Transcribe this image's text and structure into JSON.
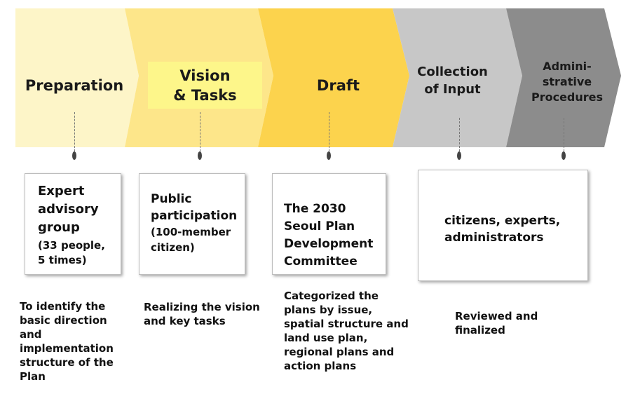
{
  "stages": [
    {
      "label": "Preparation",
      "color": "#fdf5c8"
    },
    {
      "label": "Vision\n& Tasks",
      "color": "#fde68a",
      "highlight": "#fdf68a"
    },
    {
      "label": "Draft",
      "color": "#fcd34d"
    },
    {
      "label": "Collection\nof Input",
      "color": "#c7c7c7"
    },
    {
      "label": "Admini-\nstrative\nProcedures",
      "color": "#8c8c8c"
    }
  ],
  "boxes": [
    {
      "title": "Expert\nadvisory\ngroup",
      "detail": "(33 people,\n5 times)"
    },
    {
      "title": "Public\nparticipation",
      "detail": "(100-member\ncitizen)"
    },
    {
      "title": "The 2030\nSeoul Plan\nDevelopment\nCommittee",
      "detail": ""
    },
    {
      "title": "citizens, experts,\nadministrators",
      "detail": ""
    }
  ],
  "notes": [
    "To identify the\nbasic direction\nand\nimplementation\nstructure of the\nPlan",
    "Realizing the vision\nand key tasks",
    "Categorized the\nplans by issue,\nspatial structure and\nland use plan,\nregional plans and\naction plans",
    "Reviewed and\nfinalized"
  ]
}
